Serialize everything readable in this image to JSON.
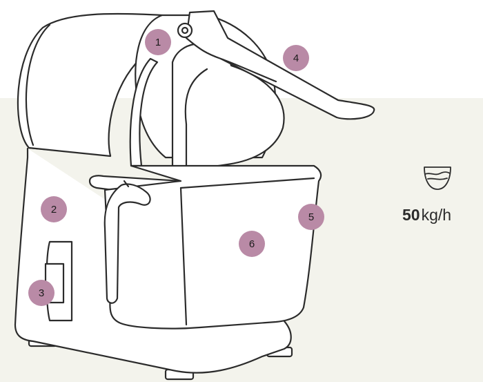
{
  "markers": [
    "1",
    "2",
    "3",
    "4",
    "5",
    "6"
  ],
  "capacity": {
    "value": "50",
    "unit": "kg/h"
  },
  "icons": {
    "capacity": "bowl-icon"
  },
  "colors": {
    "background_band": "#f3f3ec",
    "marker": "#b98aa6",
    "outline": "#2b2b2b"
  }
}
